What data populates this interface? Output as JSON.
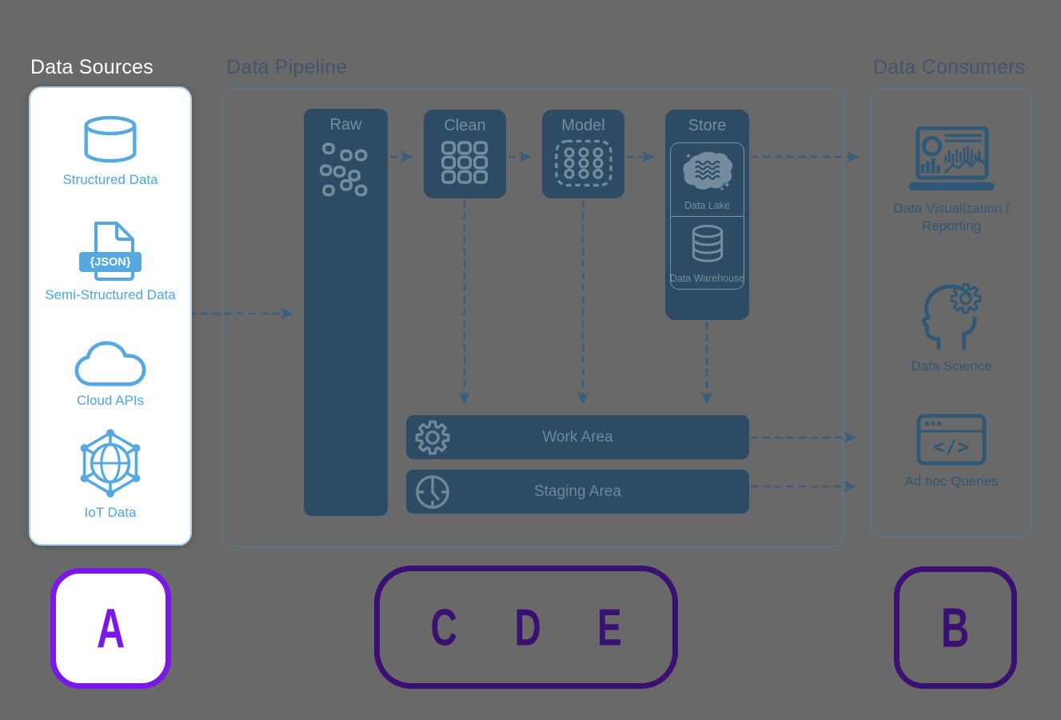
{
  "sections": {
    "sources": {
      "title": "Data Sources",
      "items": [
        {
          "label": "Structured Data"
        },
        {
          "label": "Semi-Structured Data",
          "badge": "{JSON}"
        },
        {
          "label": "Cloud APIs"
        },
        {
          "label": "IoT Data"
        }
      ]
    },
    "pipeline": {
      "title": "Data Pipeline",
      "stages": [
        {
          "label": "Raw"
        },
        {
          "label": "Clean"
        },
        {
          "label": "Model"
        },
        {
          "label": "Store"
        }
      ],
      "store_children": [
        {
          "label": "Data Lake"
        },
        {
          "label": "Data Warehouse"
        }
      ],
      "areas": [
        {
          "label": "Work Area"
        },
        {
          "label": "Staging Area"
        }
      ]
    },
    "consumers": {
      "title": "Data Consumers",
      "items": [
        {
          "label_line1": "Data Visualization /",
          "label_line2": "Reporting"
        },
        {
          "label": "Data Science"
        },
        {
          "label": "Ad hoc Queries",
          "glyph": "</>"
        }
      ]
    }
  },
  "answer_badges": [
    {
      "letter": "A",
      "highlighted": true
    },
    {
      "letters": [
        "C",
        "D",
        "E"
      ],
      "highlighted": false
    },
    {
      "letter": "B",
      "highlighted": false
    }
  ],
  "colors": {
    "background": "#696969",
    "source_accent": "#55A9E0",
    "pipeline_box": "#2D4B65",
    "pipeline_muted": "#758C9D",
    "section_title_dim": "#43556A",
    "consumer_accent": "#2F5876",
    "arrow": "#3A5E7E",
    "badge_highlight": "#7C17EB",
    "badge_dim": "#3A1072"
  }
}
